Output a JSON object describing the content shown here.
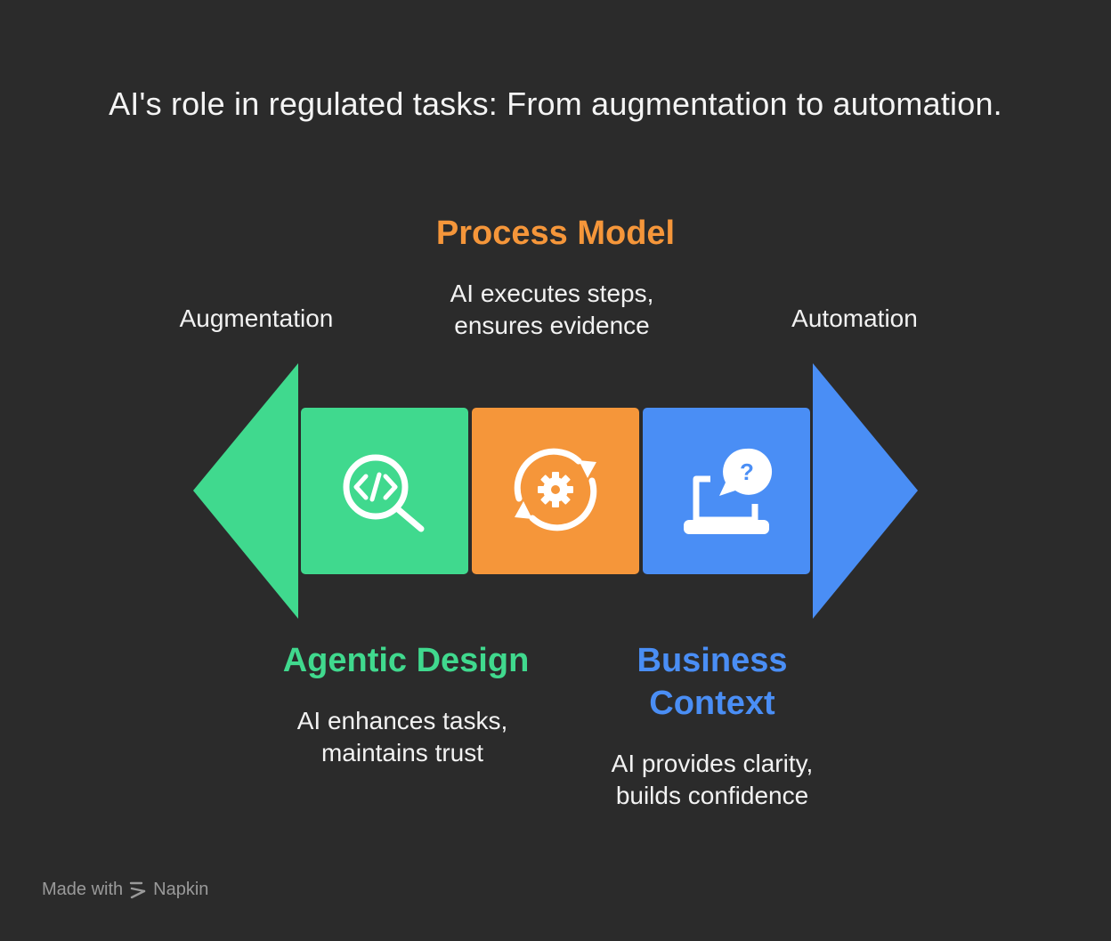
{
  "title": "AI's role in regulated tasks: From augmentation to automation.",
  "ends": {
    "left": "Augmentation",
    "right": "Automation"
  },
  "stages": [
    {
      "heading": "Agentic Design",
      "description_lines": [
        "AI enhances tasks,",
        "maintains trust"
      ],
      "color": "#40d98e",
      "icon": "code-search-icon"
    },
    {
      "heading": "Process Model",
      "description_lines": [
        "AI executes steps,",
        "ensures evidence"
      ],
      "color": "#f5963a",
      "icon": "gear-cycle-icon"
    },
    {
      "heading_lines": [
        "Business",
        "Context"
      ],
      "description_lines": [
        "AI provides clarity,",
        "builds confidence"
      ],
      "color": "#4a8ef5",
      "icon": "laptop-question-icon"
    }
  ],
  "footer": {
    "made_with": "Made with",
    "brand": "Napkin"
  },
  "colors": {
    "background": "#2b2b2b",
    "green": "#40d98e",
    "orange": "#f5963a",
    "blue": "#4a8ef5"
  }
}
